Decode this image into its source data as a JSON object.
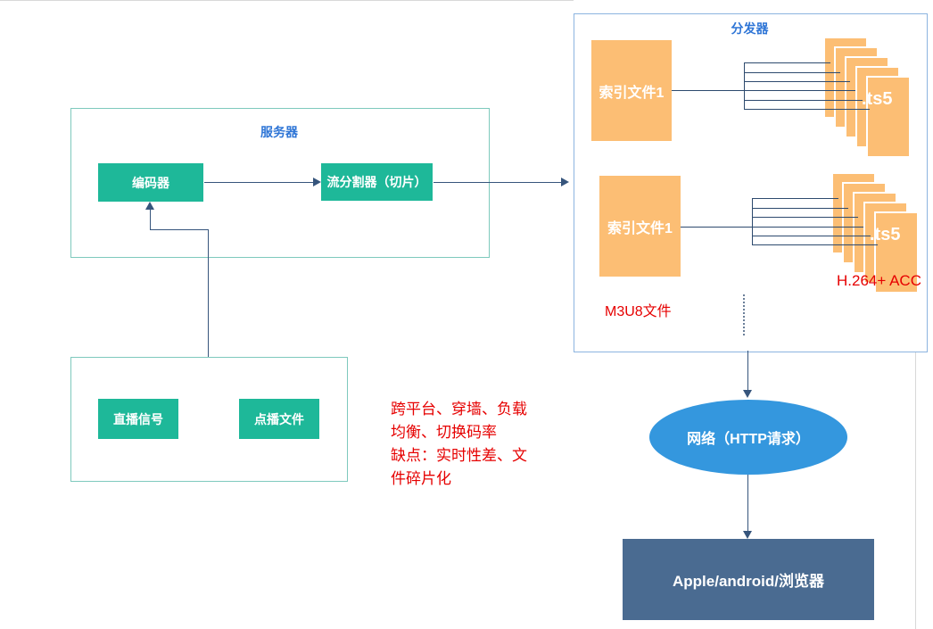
{
  "server_group": {
    "title": "服务器",
    "encoder": "编码器",
    "splitter": "流分割器（切片）"
  },
  "source_group": {
    "live": "直播信号",
    "vod": "点播文件"
  },
  "notes": {
    "pros_cons": "跨平台、穿墙、负载\n均衡、切换码率\n缺点：实时性差、文\n件碎片化",
    "m3u8": "M3U8文件",
    "codec": "H.264+ ACC"
  },
  "distributor": {
    "title": "分发器",
    "groups": [
      {
        "index_label": "索引文件1",
        "ts_label": ".ts5"
      },
      {
        "index_label": "索引文件1",
        "ts_label": ".ts5"
      }
    ]
  },
  "network": {
    "label": "网络（HTTP请求）"
  },
  "client": {
    "label": "Apple/android/浏览器"
  },
  "colors": {
    "node_green": "#1eb899",
    "node_orange": "#fcbe74",
    "network_blue": "#3497de",
    "client_slate": "#4a6b91",
    "title_blue": "#2e75d6",
    "annotation_red": "#e60000",
    "connector_navy": "#36557c",
    "group_border_teal": "#7ec9bd",
    "group_border_blue": "#8cb4e0"
  }
}
